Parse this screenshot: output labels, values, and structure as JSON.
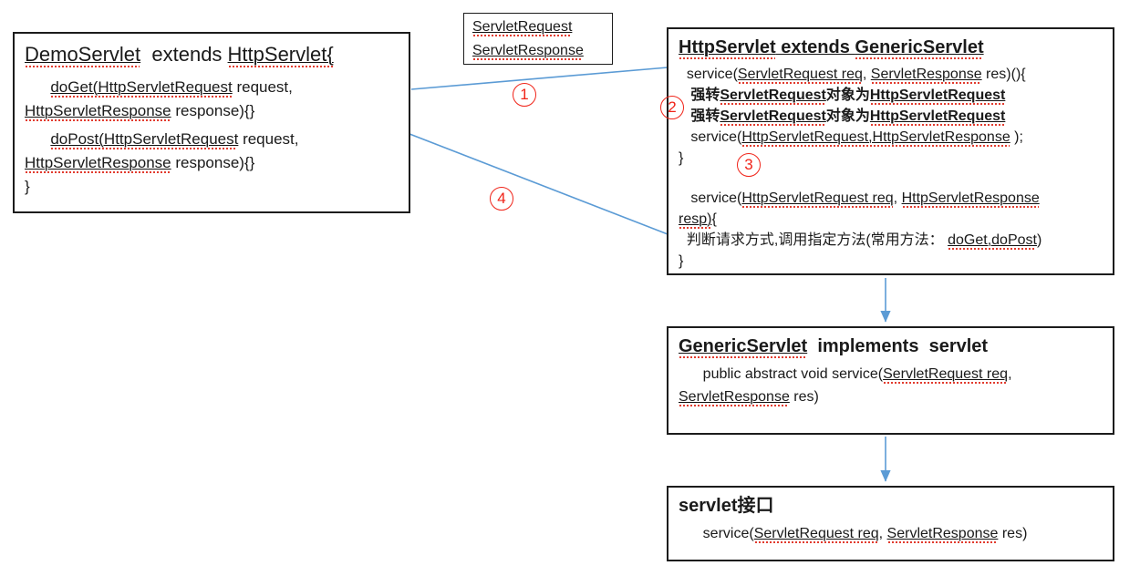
{
  "colors": {
    "arrow": "#5b9bd5",
    "step_label": "#f02318",
    "squiggle": "#e23b2e",
    "border": "#1c1c1c"
  },
  "step_labels": {
    "s1": "1",
    "s2": "2",
    "s3": "3",
    "s4": "4"
  },
  "boxes": {
    "demo_servlet": {
      "lines": [
        {
          "s": "title",
          "seg": [
            {
              "t": "DemoServlet",
              "u": "w"
            },
            {
              "t": "  extends "
            },
            {
              "t": "HttpServlet{",
              "u": "w"
            }
          ]
        },
        {
          "seg": [
            {
              "t": "      "
            },
            {
              "t": "doGet(HttpServletRequest",
              "u": "w"
            },
            {
              "t": " request,"
            }
          ]
        },
        {
          "seg": [
            {
              "t": "HttpServletResponse",
              "u": "w"
            },
            {
              "t": " response){}"
            }
          ]
        },
        {
          "s": "gap",
          "seg": [
            {
              "t": "      "
            },
            {
              "t": "doPost(HttpServletRequest",
              "u": "w"
            },
            {
              "t": " request,"
            }
          ]
        },
        {
          "seg": [
            {
              "t": "HttpServletResponse",
              "u": "w"
            },
            {
              "t": " response){}"
            }
          ]
        },
        {
          "seg": [
            {
              "t": "}"
            }
          ]
        }
      ]
    },
    "request_response": {
      "lines": [
        {
          "seg": [
            {
              "t": "ServletRequest",
              "u": "w"
            }
          ]
        },
        {
          "seg": [
            {
              "t": "ServletResponse",
              "u": "w"
            }
          ]
        }
      ]
    },
    "http_servlet": {
      "lines": [
        {
          "s": "titleb",
          "seg": [
            {
              "t": "HttpServlet",
              "u": "w"
            },
            {
              "t": " extends ",
              "u": "l"
            },
            {
              "t": "GenericServlet",
              "u": "w"
            }
          ]
        },
        {
          "seg": [
            {
              "t": "  service("
            },
            {
              "t": "ServletRequest req",
              "u": "w"
            },
            {
              "t": ", "
            },
            {
              "t": "ServletResponse",
              "u": "w"
            },
            {
              "t": " res)(){"
            }
          ]
        },
        {
          "s": "b",
          "seg": [
            {
              "t": "   强转"
            },
            {
              "t": "ServletRequest",
              "u": "w"
            },
            {
              "t": "对象为"
            },
            {
              "t": "HttpServletRequest",
              "u": "w"
            }
          ]
        },
        {
          "s": "b",
          "seg": [
            {
              "t": "   强转"
            },
            {
              "t": "ServletRequest",
              "u": "w"
            },
            {
              "t": "对象为"
            },
            {
              "t": "HttpServletRequest",
              "u": "w"
            }
          ]
        },
        {
          "seg": [
            {
              "t": "   service("
            },
            {
              "t": "HttpServletRequest,HttpServletResponse",
              "u": "w"
            },
            {
              "t": " );"
            }
          ]
        },
        {
          "seg": [
            {
              "t": "}"
            }
          ]
        },
        {
          "s": "blank",
          "seg": [
            {
              "t": ""
            }
          ]
        },
        {
          "seg": [
            {
              "t": "   service("
            },
            {
              "t": "HttpServletRequest req",
              "u": "w"
            },
            {
              "t": ", "
            },
            {
              "t": "HttpServletResponse",
              "u": "w"
            }
          ]
        },
        {
          "seg": [
            {
              "t": "resp)",
              "u": "w"
            },
            {
              "t": "{"
            }
          ]
        },
        {
          "seg": [
            {
              "t": "  判断请求方式,调用指定方法(常用方法： "
            },
            {
              "t": "doGet,doPost",
              "u": "w"
            },
            {
              "t": ")"
            }
          ]
        },
        {
          "seg": [
            {
              "t": "}"
            }
          ]
        }
      ]
    },
    "generic_servlet": {
      "lines": [
        {
          "s": "titleb",
          "seg": [
            {
              "t": "GenericServlet",
              "u": "w"
            },
            {
              "t": "  implements  servlet"
            }
          ]
        },
        {
          "seg": [
            {
              "t": "      public abstract void service("
            },
            {
              "t": "ServletRequest req",
              "u": "w"
            },
            {
              "t": ","
            }
          ]
        },
        {
          "seg": [
            {
              "t": "ServletResponse",
              "u": "w"
            },
            {
              "t": " res)"
            }
          ]
        }
      ]
    },
    "servlet_interface": {
      "lines": [
        {
          "s": "titleb",
          "seg": [
            {
              "t": "servlet接口"
            }
          ]
        },
        {
          "seg": [
            {
              "t": "      service("
            },
            {
              "t": "ServletRequest req",
              "u": "w"
            },
            {
              "t": ", "
            },
            {
              "t": "ServletResponse",
              "u": "w"
            },
            {
              "t": " res)"
            }
          ]
        }
      ]
    }
  }
}
